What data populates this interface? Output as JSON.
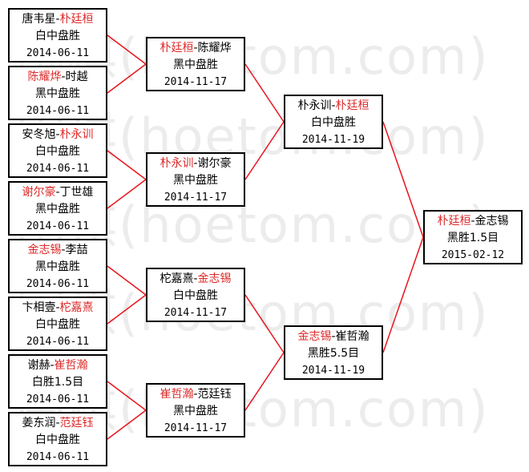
{
  "watermark": "围棋(hoetom.com)",
  "colors": {
    "line": "#e8141c",
    "winner": "#dd2a2a",
    "border": "#000000"
  },
  "rounds": [
    {
      "name": "round1",
      "matches": [
        {
          "p1": "唐韦星",
          "p2": "朴廷桓",
          "winner": 2,
          "result": "白中盘胜",
          "date": "2014-06-11"
        },
        {
          "p1": "陈耀烨",
          "p2": "时越",
          "winner": 1,
          "result": "黑中盘胜",
          "date": "2014-06-11"
        },
        {
          "p1": "安冬旭",
          "p2": "朴永训",
          "winner": 2,
          "result": "白中盘胜",
          "date": "2014-06-11"
        },
        {
          "p1": "谢尔豪",
          "p2": "丁世雄",
          "winner": 1,
          "result": "黑中盘胜",
          "date": "2014-06-11"
        },
        {
          "p1": "金志锡",
          "p2": "李喆",
          "winner": 1,
          "result": "黑中盘胜",
          "date": "2014-06-11"
        },
        {
          "p1": "卞相壹",
          "p2": "柁嘉熹",
          "winner": 2,
          "result": "白中盘胜",
          "date": "2014-06-11"
        },
        {
          "p1": "谢赫",
          "p2": "崔哲瀚",
          "winner": 2,
          "result": "白胜1.5目",
          "date": "2014-06-11"
        },
        {
          "p1": "姜东润",
          "p2": "范廷钰",
          "winner": 2,
          "result": "白中盘胜",
          "date": "2014-06-11"
        }
      ]
    },
    {
      "name": "round2",
      "matches": [
        {
          "p1": "朴廷桓",
          "p2": "陈耀烨",
          "winner": 1,
          "result": "黑中盘胜",
          "date": "2014-11-17"
        },
        {
          "p1": "朴永训",
          "p2": "谢尔豪",
          "winner": 1,
          "result": "黑中盘胜",
          "date": "2014-11-17"
        },
        {
          "p1": "柁嘉熹",
          "p2": "金志锡",
          "winner": 2,
          "result": "白中盘胜",
          "date": "2014-11-17"
        },
        {
          "p1": "崔哲瀚",
          "p2": "范廷钰",
          "winner": 1,
          "result": "黑中盘胜",
          "date": "2014-11-17"
        }
      ]
    },
    {
      "name": "semifinal",
      "matches": [
        {
          "p1": "朴永训",
          "p2": "朴廷桓",
          "winner": 2,
          "result": "白中盘胜",
          "date": "2014-11-19"
        },
        {
          "p1": "金志锡",
          "p2": "崔哲瀚",
          "winner": 1,
          "result": "黑胜5.5目",
          "date": "2014-11-19"
        }
      ]
    },
    {
      "name": "final",
      "matches": [
        {
          "p1": "朴廷桓",
          "p2": "金志锡",
          "winner": 1,
          "result": "黑胜1.5目",
          "date": "2015-02-12"
        }
      ]
    }
  ]
}
